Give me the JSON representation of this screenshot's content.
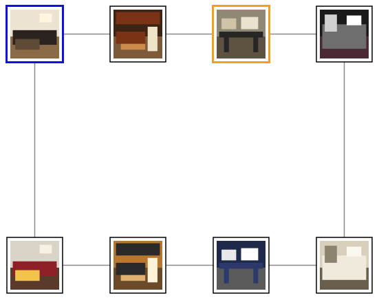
{
  "graph": {
    "edge_color": "#8a8a8a",
    "nodes": [
      {
        "id": "n1",
        "icon": "living-room-photo-icon",
        "highlight": "#1010e0",
        "palette": {
          "wall": "#ece3d2",
          "floor": "#8a6b46",
          "main": "#2a2320",
          "accent": "#5e4a37",
          "light": "#fff5e0"
        }
      },
      {
        "id": "n2",
        "icon": "kitchen-photo-icon",
        "highlight": null,
        "palette": {
          "wall": "#3d2216",
          "floor": "#7c5a3a",
          "main": "#7a3415",
          "accent": "#c98a4a",
          "light": "#efe3c8"
        }
      },
      {
        "id": "n3",
        "icon": "studio-desk-photo-icon",
        "highlight": "#f0a020",
        "palette": {
          "wall": "#8f8875",
          "floor": "#5e5340",
          "main": "#262626",
          "accent": "#cfc4a8",
          "light": "#e8e2cf"
        }
      },
      {
        "id": "n4",
        "icon": "recording-studio-photo-icon",
        "highlight": null,
        "palette": {
          "wall": "#1a1a1a",
          "floor": "#4b2a35",
          "main": "#6e6e6e",
          "accent": "#d0d0d0",
          "light": "#ffffff"
        }
      },
      {
        "id": "n5",
        "icon": "bedroom-photo-icon",
        "highlight": null,
        "palette": {
          "wall": "#d9d3c8",
          "floor": "#5a3a2a",
          "main": "#8e1f26",
          "accent": "#f2c24a",
          "light": "#f7f1e3"
        }
      },
      {
        "id": "n6",
        "icon": "kitchen-island-photo-icon",
        "highlight": null,
        "palette": {
          "wall": "#b8772f",
          "floor": "#6b4a2a",
          "main": "#2a2a2a",
          "accent": "#e0b070",
          "light": "#fff2d6"
        }
      },
      {
        "id": "n7",
        "icon": "computer-room-photo-icon",
        "highlight": null,
        "palette": {
          "wall": "#1f2a4a",
          "floor": "#5a5a5a",
          "main": "#2b3a6a",
          "accent": "#e8e8e8",
          "light": "#ffffff"
        }
      },
      {
        "id": "n8",
        "icon": "small-kitchen-photo-icon",
        "highlight": null,
        "palette": {
          "wall": "#d8d0bc",
          "floor": "#6a5f4c",
          "main": "#efeadc",
          "accent": "#8d8470",
          "light": "#fbf8f0"
        }
      }
    ],
    "edges": [
      [
        "n1",
        "n2"
      ],
      [
        "n2",
        "n3"
      ],
      [
        "n3",
        "n4"
      ],
      [
        "n1",
        "n5"
      ],
      [
        "n4",
        "n8"
      ],
      [
        "n5",
        "n6"
      ],
      [
        "n6",
        "n7"
      ],
      [
        "n7",
        "n8"
      ]
    ]
  }
}
